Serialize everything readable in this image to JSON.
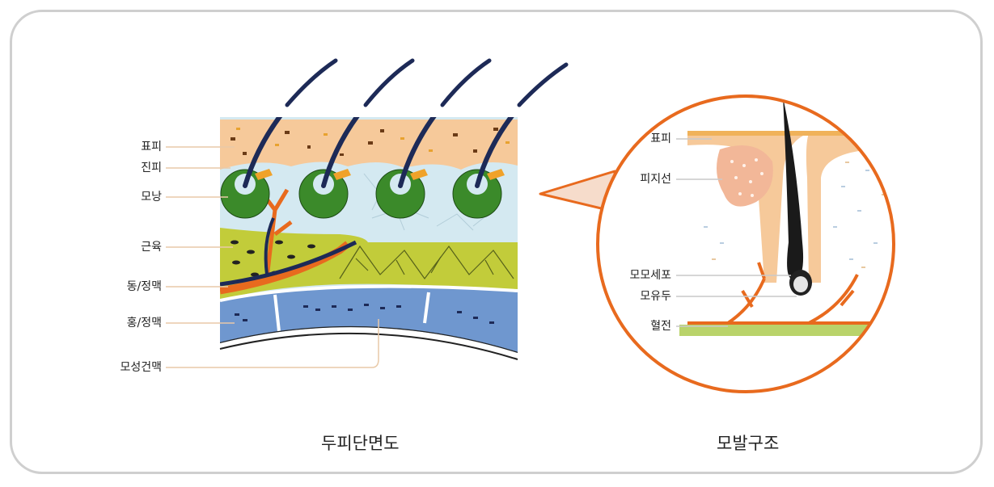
{
  "left_diagram": {
    "labels": [
      "표피",
      "진피",
      "모낭",
      "근육",
      "동/정맥",
      "홍/정맥",
      "모성건맥"
    ],
    "caption": "두피단면도"
  },
  "right_diagram": {
    "labels": [
      "표피",
      "피지선",
      "모모세포",
      "모유두",
      "혈전"
    ],
    "caption": "모발구조"
  },
  "colors": {
    "epidermis": "#f6c99a",
    "dermis": "#cfe6ef",
    "follicle": "#3b8a2a",
    "muscle": "#c2cc3a",
    "vessel": "#e86a1e",
    "blue_layer": "#6f97cf",
    "hair": "#1d2a57",
    "frame": "#cfcfcf"
  }
}
